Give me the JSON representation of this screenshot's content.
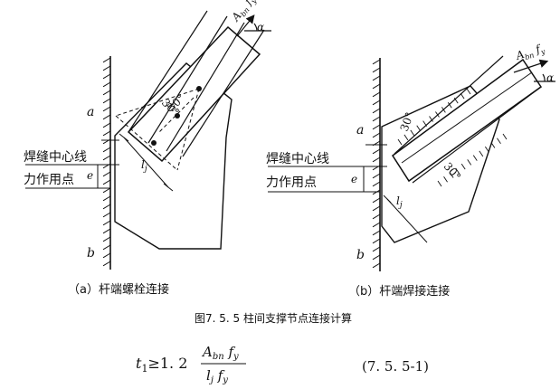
{
  "left": {
    "caption": "（a）杆端螺栓连接",
    "label_a": "a",
    "label_b": "b",
    "label_weld": "焊缝中心线",
    "label_force": "力作用点",
    "label_e": "e",
    "label_lj": "l",
    "label_lj_sub": "j",
    "label_angle_left": "30°",
    "label_angle_right": "30°",
    "force_A": "A",
    "force_A_sub": "bn",
    "force_f": "f",
    "force_f_sub": "y",
    "alpha": "α"
  },
  "right": {
    "caption": "（b）杆端焊接连接",
    "label_a": "a",
    "label_b": "b",
    "label_weld": "焊缝中心线",
    "label_force": "力作用点",
    "label_e": "e",
    "label_lj": "l",
    "label_lj_sub": "j",
    "label_angle_top": "30°",
    "label_angle_bottom": "30°",
    "force_A": "A",
    "force_A_sub": "bn",
    "force_f": "f",
    "force_f_sub": "y",
    "alpha": "α"
  },
  "figure_title": "图7. 5. 5 柱间支撑节点连接计算",
  "formula": {
    "t": "t",
    "t_sub": "1",
    "relation": "≥1. 2",
    "num_A": "A",
    "num_A_sub": "bn",
    "num_f": "f",
    "num_f_sub": "y",
    "den_l": "l",
    "den_l_sub": "j",
    "den_f": "f",
    "den_f_sub": "y",
    "number": "(7. 5. 5-1)"
  }
}
